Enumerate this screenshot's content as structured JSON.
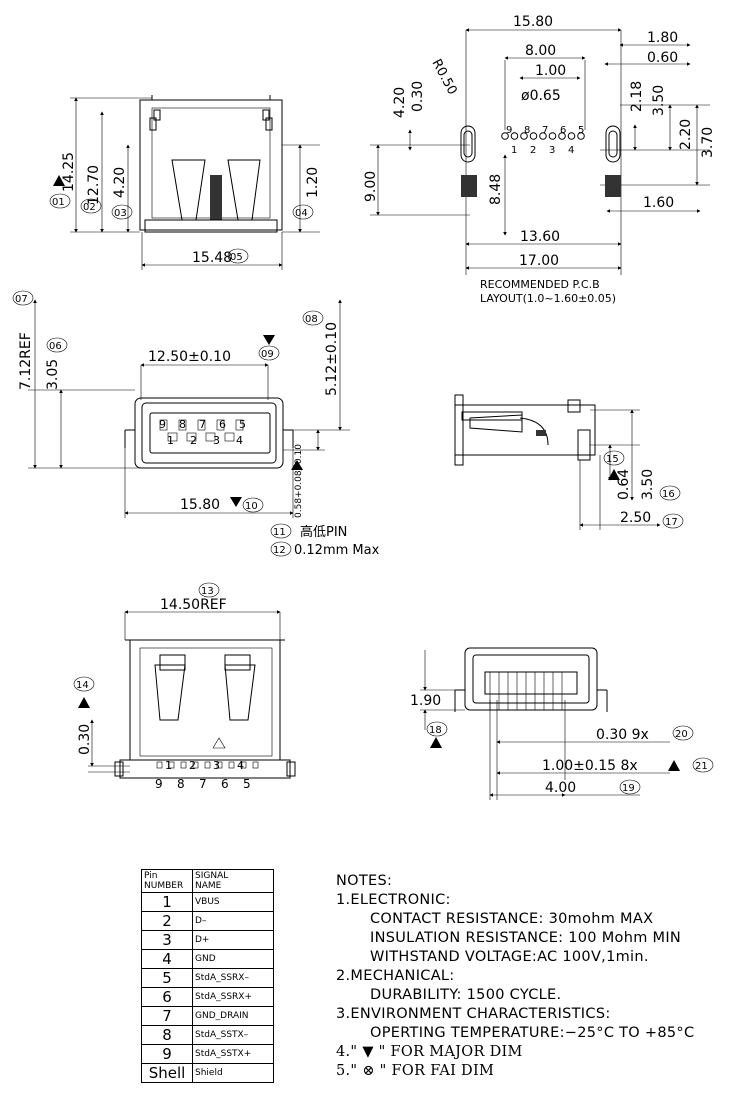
{
  "top_left_view": {
    "dims": {
      "d1": "14.25",
      "d2": "12.70",
      "d3": "4.20",
      "d4": "1.20",
      "d5": "15.48"
    },
    "markers": {
      "m1": "01",
      "m2": "02",
      "m3": "03",
      "m4": "04",
      "m5": "05"
    }
  },
  "pcb_layout": {
    "dims": {
      "w_total_top": "15.80",
      "w_pitch_8": "8.00",
      "w_pitch_1": "1.00",
      "hole_dia": "ø0.65",
      "radius": "R0.50",
      "h_4_20": "4.20",
      "h_0_30": "0.30",
      "h_2_18": "2.18",
      "h_3_50": "3.50",
      "r_1_80": "1.80",
      "r_0_60": "0.60",
      "r_2_20": "2.20",
      "r_3_70": "3.70",
      "r_1_60": "1.60",
      "h_9_00": "9.00",
      "h_8_48": "8.48",
      "w_13_60": "13.60",
      "w_17_00": "17.00"
    },
    "pins_top": [
      "9",
      "8",
      "7",
      "6",
      "5"
    ],
    "pins_bottom": [
      "1",
      "2",
      "3",
      "4"
    ],
    "caption_1": "RECOMMENDED P.C.B",
    "caption_2": "LAYOUT(1.0~1.60±0.05)"
  },
  "front_view": {
    "dims": {
      "ref": "7.12REF",
      "h_3_05": "3.05",
      "h_5_12": "5.12±0.10",
      "w_12_50": "12.50±0.10",
      "w_15_80": "15.80",
      "tol": "0.58+0.08/-0.10"
    },
    "markers": {
      "m6": "06",
      "m7": "07",
      "m8": "08",
      "m9": "09",
      "m10": "10",
      "m11": "11",
      "m12": "12"
    },
    "pins_top": [
      "9",
      "8",
      "7",
      "6",
      "5"
    ],
    "pins_bottom": [
      "1",
      "2",
      "3",
      "4"
    ],
    "note_11": "高低PIN",
    "note_12": "0.12mm Max"
  },
  "side_view": {
    "dims": {
      "d15": "0.64",
      "d16": "3.50",
      "d17": "2.50"
    },
    "markers": {
      "m15": "15",
      "m16": "16",
      "m17": "17"
    }
  },
  "bottom_view": {
    "dims": {
      "ref": "14.50REF",
      "h_0_30": "0.30"
    },
    "markers": {
      "m13": "13",
      "m14": "14"
    },
    "pins_top": [
      "1",
      "2",
      "3",
      "4"
    ],
    "pins_bottom": [
      "9",
      "8",
      "7",
      "6",
      "5"
    ]
  },
  "rear_view": {
    "dims": {
      "d18": "1.90",
      "d20": "0.30 9x",
      "d21": "1.00±0.15 8x",
      "d19": "4.00"
    },
    "markers": {
      "m18": "18",
      "m19": "19",
      "m20": "20",
      "m21": "21"
    }
  },
  "pin_table": {
    "header_pin": [
      "Pin",
      "NUMBER"
    ],
    "header_signal": [
      "SIGNAL",
      "NAME"
    ],
    "rows": [
      {
        "pin": "1",
        "signal": "VBUS"
      },
      {
        "pin": "2",
        "signal": "D–"
      },
      {
        "pin": "3",
        "signal": "D+"
      },
      {
        "pin": "4",
        "signal": "GND"
      },
      {
        "pin": "5",
        "signal": "StdA_SSRX–"
      },
      {
        "pin": "6",
        "signal": "StdA_SSRX+"
      },
      {
        "pin": "7",
        "signal": "GND_DRAIN"
      },
      {
        "pin": "8",
        "signal": "StdA_SSTX–"
      },
      {
        "pin": "9",
        "signal": "StdA_SSTX+"
      },
      {
        "pin": "Shell",
        "signal": "Shield"
      }
    ]
  },
  "notes": {
    "title": "NOTES:",
    "l1": "1.ELECTRONIC:",
    "l1a": "CONTACT  RESISTANCE:  30mohm  MAX",
    "l1b": "INSULATION  RESISTANCE:  100  Mohm  MIN",
    "l1c": "WITHSTAND  VOLTAGE:AC  100V,1min.",
    "l2": "2.MECHANICAL:",
    "l2a": "DURABILITY:  1500  CYCLE.",
    "l3": "3.ENVIRONMENT  CHARACTERISTICS:",
    "l3a": "OPERTING  TEMPERATURE:−25°C  TO  +85°C",
    "l4": "4.\" ▼ \" FOR MAJOR DIM",
    "l5": "5.\" ⊗ \" FOR FAI DIM"
  }
}
